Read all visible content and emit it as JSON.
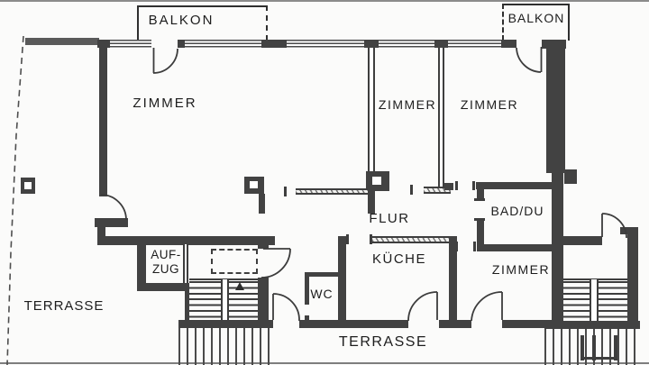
{
  "document": {
    "type": "apartment floor plan",
    "colors": {
      "background": "#fbfbfa",
      "wall": "#424242",
      "text": "#1d1d1d",
      "hatch": "#4a4a4a"
    }
  },
  "rooms": {
    "balkon_left": {
      "label": "BALKON"
    },
    "balkon_right": {
      "label": "BALKON"
    },
    "zimmer_large": {
      "label": "ZIMMER"
    },
    "zimmer_middle": {
      "label": "ZIMMER"
    },
    "zimmer_top_right": {
      "label": "ZIMMER"
    },
    "zimmer_bottom_right": {
      "label": "ZIMMER"
    },
    "flur": {
      "label": "FLUR"
    },
    "kueche": {
      "label": "KÜCHE"
    },
    "bad_du": {
      "label": "BAD/DU"
    },
    "wc": {
      "label": "WC"
    },
    "aufzug": {
      "line1": "AUF-",
      "line2": "ZUG"
    },
    "terrasse_left": {
      "label": "TERRASSE"
    },
    "terrasse_bottom": {
      "label": "TERRASSE"
    }
  }
}
